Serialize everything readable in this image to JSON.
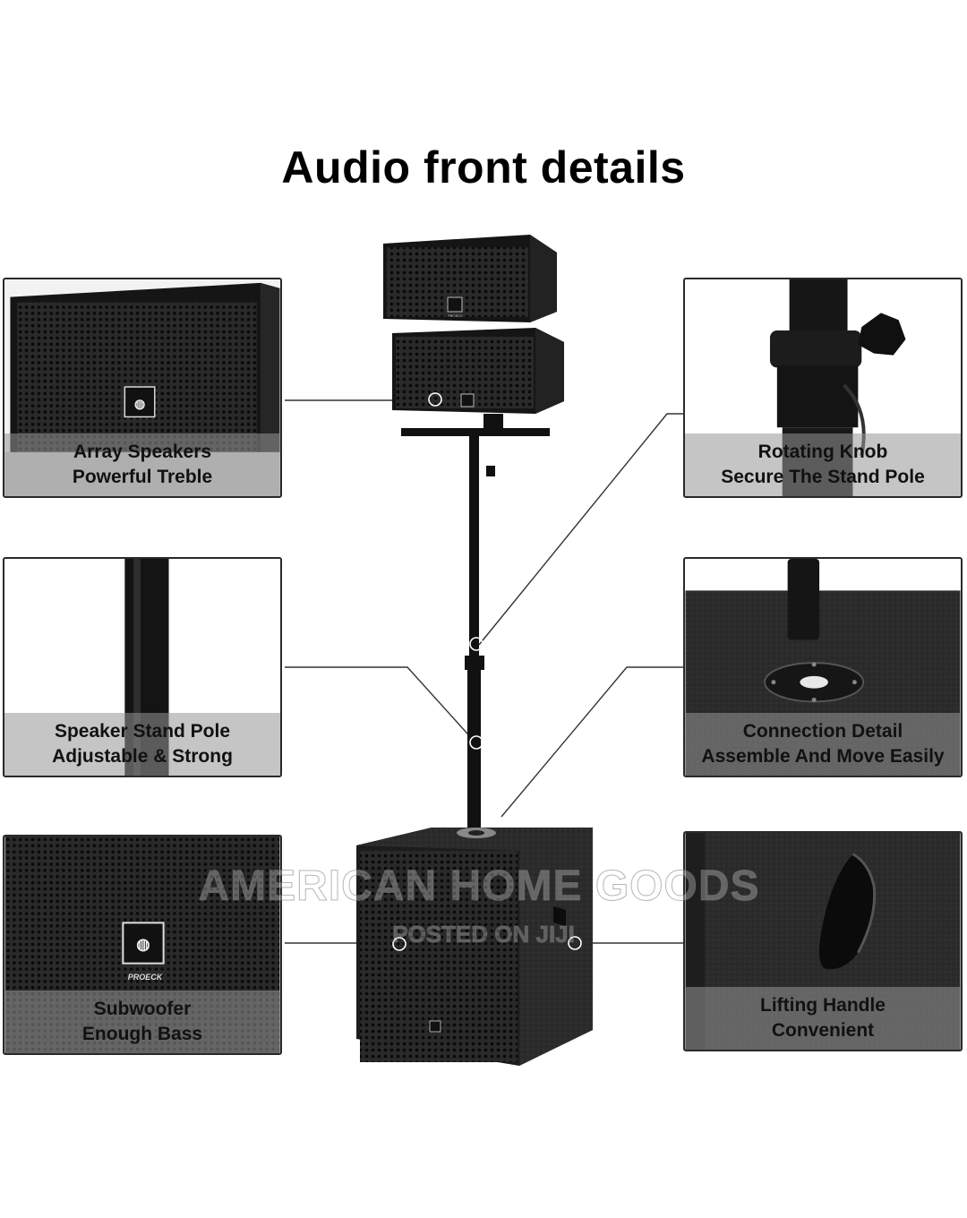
{
  "title": "Audio front details",
  "panels": {
    "array": {
      "line1": "Array Speakers",
      "line2": "Powerful Treble"
    },
    "knob": {
      "line1": "Rotating Knob",
      "line2": "Secure The Stand Pole"
    },
    "pole": {
      "line1": "Speaker Stand Pole",
      "line2": "Adjustable & Strong"
    },
    "connection": {
      "line1": "Connection Detail",
      "line2": "Assemble And Move Easily"
    },
    "subwoofer": {
      "line1": "Subwoofer",
      "line2": "Enough Bass",
      "brand": "PROECK"
    },
    "handle": {
      "line1": "Lifting Handle",
      "line2": "Convenient"
    }
  },
  "brand_label": "PROECK",
  "watermark": {
    "line1": "AMERICAN HOME GOODS",
    "line2": "POSTED ON JIJI"
  },
  "colors": {
    "speaker": "#1a1a1a",
    "caption_bg": "#969696",
    "line": "#333333"
  }
}
